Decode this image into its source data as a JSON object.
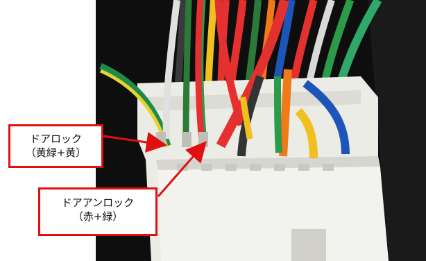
{
  "annotations": {
    "door_lock": {
      "title": "ドアロック",
      "colors": "（黄緑+黄）"
    },
    "door_unlock": {
      "title": "ドアアンロック",
      "colors": "（赤+緑）"
    }
  },
  "palette": {
    "callout_red": "#e01010",
    "connector_white": "#eeeeea",
    "background_dark": "#0e0e0e"
  }
}
